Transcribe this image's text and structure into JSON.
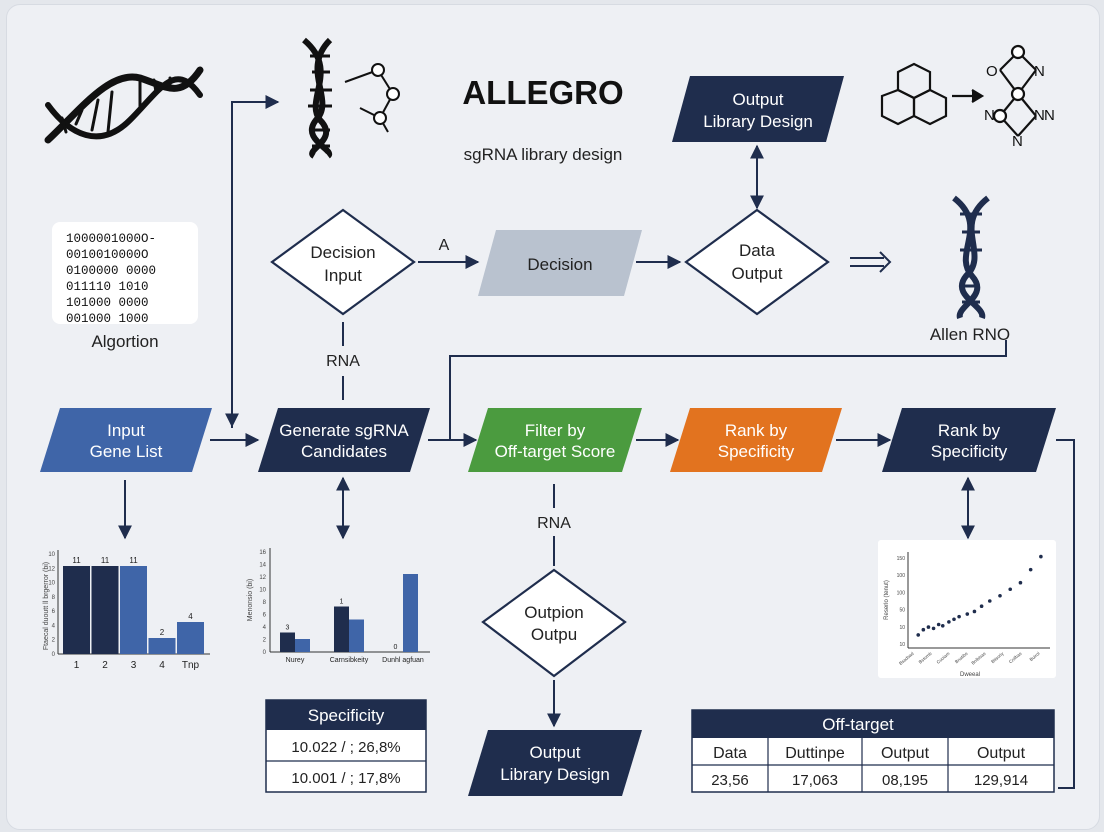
{
  "title": "ALLEGRO",
  "subtitle": "sgRNA library design",
  "binary": {
    "lines": [
      "1000001000O-",
      "0010010000O",
      "0100000 0000",
      "011110 1010",
      "101000 0000",
      "001000 1000"
    ],
    "caption": "Algortion"
  },
  "nodes": {
    "decision_input": [
      "Decision",
      "Input"
    ],
    "edge_a_label": "A",
    "decision": "Decision",
    "data_output": [
      "Data",
      "Output"
    ],
    "output_library_top": [
      "Output",
      "Library Design"
    ],
    "allen_rno": "Allen RNO",
    "rna_label_top": "RNA",
    "input_gene_list": [
      "Input",
      "Gene List"
    ],
    "generate_sgrna": [
      "Generate sgRNA",
      "Candidates"
    ],
    "filter_offtarget": [
      "Filter by",
      "Off-target Score"
    ],
    "rank_orange": [
      "Rank by",
      "Specificity"
    ],
    "rank_navy": [
      "Rank by",
      "Specificity"
    ],
    "rna_label_mid": "RNA",
    "outpion": [
      "Outpion",
      "Outpu"
    ],
    "output_library_bottom": [
      "Output",
      "Library Design"
    ]
  },
  "colors": {
    "navy": "#1f2d4d",
    "blue": "#3f65a8",
    "green": "#4b9b3f",
    "orange": "#e2731f",
    "gray": "#b9c2cf"
  },
  "molecule_labels": [
    "O",
    "N",
    "N",
    "N",
    "N",
    "N"
  ],
  "chart_data": [
    {
      "type": "bar",
      "categories": [
        "1",
        "2",
        "3",
        "4",
        "Tnp"
      ],
      "values": [
        11,
        11,
        11,
        2,
        4
      ],
      "ylim": [
        0,
        13
      ],
      "yticks": [
        "10",
        "12",
        "10",
        "8",
        "6",
        "4",
        "2",
        "0"
      ]
    },
    {
      "type": "bar",
      "categories": [
        "Nurey",
        "Carnsibkeity",
        "Dunhl agfuan"
      ],
      "series": [
        {
          "values": [
            3,
            7,
            0
          ]
        },
        {
          "values": [
            2,
            5,
            12
          ]
        }
      ],
      "data_labels": [
        "3",
        "1",
        "0"
      ],
      "ylim": [
        0,
        16
      ],
      "yticks": [
        "16",
        "14",
        "12",
        "10",
        "8",
        "6",
        "4",
        "2",
        "0"
      ]
    },
    {
      "type": "scatter",
      "x": [
        1,
        1.5,
        2,
        2.5,
        3,
        3.4,
        4,
        4.5,
        5,
        5.8,
        6.5,
        7.2,
        8,
        9,
        10,
        11,
        12,
        13
      ],
      "y": [
        10,
        14,
        16,
        15,
        18,
        17,
        20,
        22,
        24,
        26,
        28,
        32,
        36,
        40,
        45,
        50,
        60,
        70
      ],
      "xlabel": "Dweeal",
      "ylabel": "Reserlo (tenut)",
      "yticks": [
        "150",
        "100",
        "100",
        "50",
        "10",
        "10"
      ],
      "xticks": [
        "Bsadsad",
        "Bstomb",
        "Cuoiam",
        "Bnatibs",
        "Bnlbisas",
        "Btisoriy",
        "Cnilbas",
        "Buirol"
      ]
    }
  ],
  "specificity_table": {
    "header": "Specificity",
    "rows": [
      "10.022 / ; 26,8%",
      "10.001 / ; 17,8%"
    ]
  },
  "offtarget_table": {
    "title": "Off-target",
    "columns": [
      "Data",
      "Duttinpe",
      "Output",
      "Output"
    ],
    "values": [
      "23,56",
      "17,063",
      "08,195",
      "129,914"
    ]
  }
}
